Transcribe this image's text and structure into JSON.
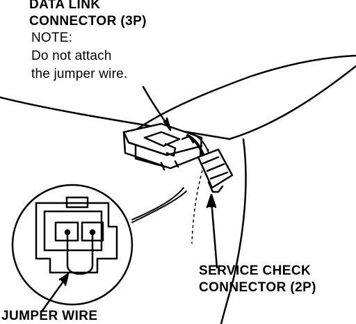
{
  "labels": {
    "data_link_connector": {
      "line1": "DATA LINK",
      "line2": "CONNECTOR (3P)",
      "note_heading": "NOTE:",
      "note_line1": "Do not attach",
      "note_line2": "the jumper wire."
    },
    "service_check_connector": {
      "line1": "SERVICE CHECK",
      "line2": "CONNECTOR (2P)"
    },
    "jumper_wire": "JUMPER WIRE"
  },
  "colors": {
    "ink": "#000000",
    "background": "#ffffff"
  }
}
